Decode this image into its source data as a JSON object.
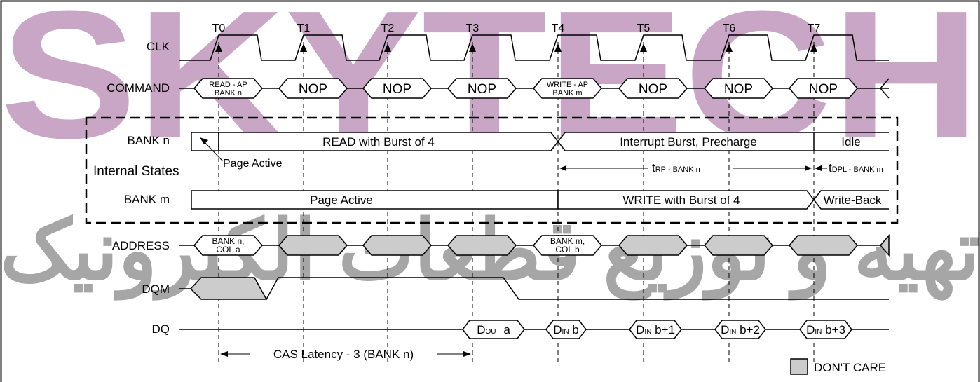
{
  "watermark": {
    "brand": "SKYTECH",
    "persian": "تهیه و توزیع قطعات الکترونیک",
    "brand_color": "#c9a6c6",
    "persian_color": "#a6a6a6"
  },
  "time_labels": [
    "T0",
    "T1",
    "T2",
    "T3",
    "T4",
    "T5",
    "T6",
    "T7"
  ],
  "signals": {
    "clk": "CLK",
    "command": "COMMAND",
    "bank_n": "BANK n",
    "internal_states": "Internal States",
    "bank_m": "BANK m",
    "address": "ADDRESS",
    "dqm": "DQM",
    "dq": "DQ"
  },
  "commands": [
    {
      "line1": "READ - AP",
      "line2": "BANK n"
    },
    {
      "line1": "NOP",
      "line2": ""
    },
    {
      "line1": "NOP",
      "line2": ""
    },
    {
      "line1": "NOP",
      "line2": ""
    },
    {
      "line1": "WRITE - AP",
      "line2": "BANK m"
    },
    {
      "line1": "NOP",
      "line2": ""
    },
    {
      "line1": "NOP",
      "line2": ""
    },
    {
      "line1": "NOP",
      "line2": ""
    }
  ],
  "bank_n_states": {
    "read": "READ with Burst of 4",
    "interrupt": "Interrupt Burst, Precharge",
    "idle": "Idle",
    "page_active_note": "Page Active"
  },
  "bank_m_states": {
    "page_active": "Page Active",
    "write": "WRITE with Burst of 4",
    "write_back": "Write-Back"
  },
  "timings": {
    "trp_main": "t",
    "trp_sub": "RP - BANK n",
    "tdpl_main": "t",
    "tdpl_sub": "DPL - BANK m",
    "cas_latency": "CAS Latency - 3 (BANK n)"
  },
  "address": {
    "a_line1": "BANK n,",
    "a_line2": "COL a",
    "b_line1": "BANK m,",
    "b_line2": "COL b"
  },
  "dq": [
    {
      "main": "D",
      "sub": "OUT",
      "tail": " a"
    },
    {
      "main": "D",
      "sub": "IN",
      "tail": " b"
    },
    {
      "main": "D",
      "sub": "IN",
      "tail": " b+1"
    },
    {
      "main": "D",
      "sub": "IN",
      "tail": " b+2"
    },
    {
      "main": "D",
      "sub": "IN",
      "tail": " b+3"
    }
  ],
  "legend": {
    "dont_care": "DON'T CARE",
    "dont_care_color": "#cccccc"
  }
}
